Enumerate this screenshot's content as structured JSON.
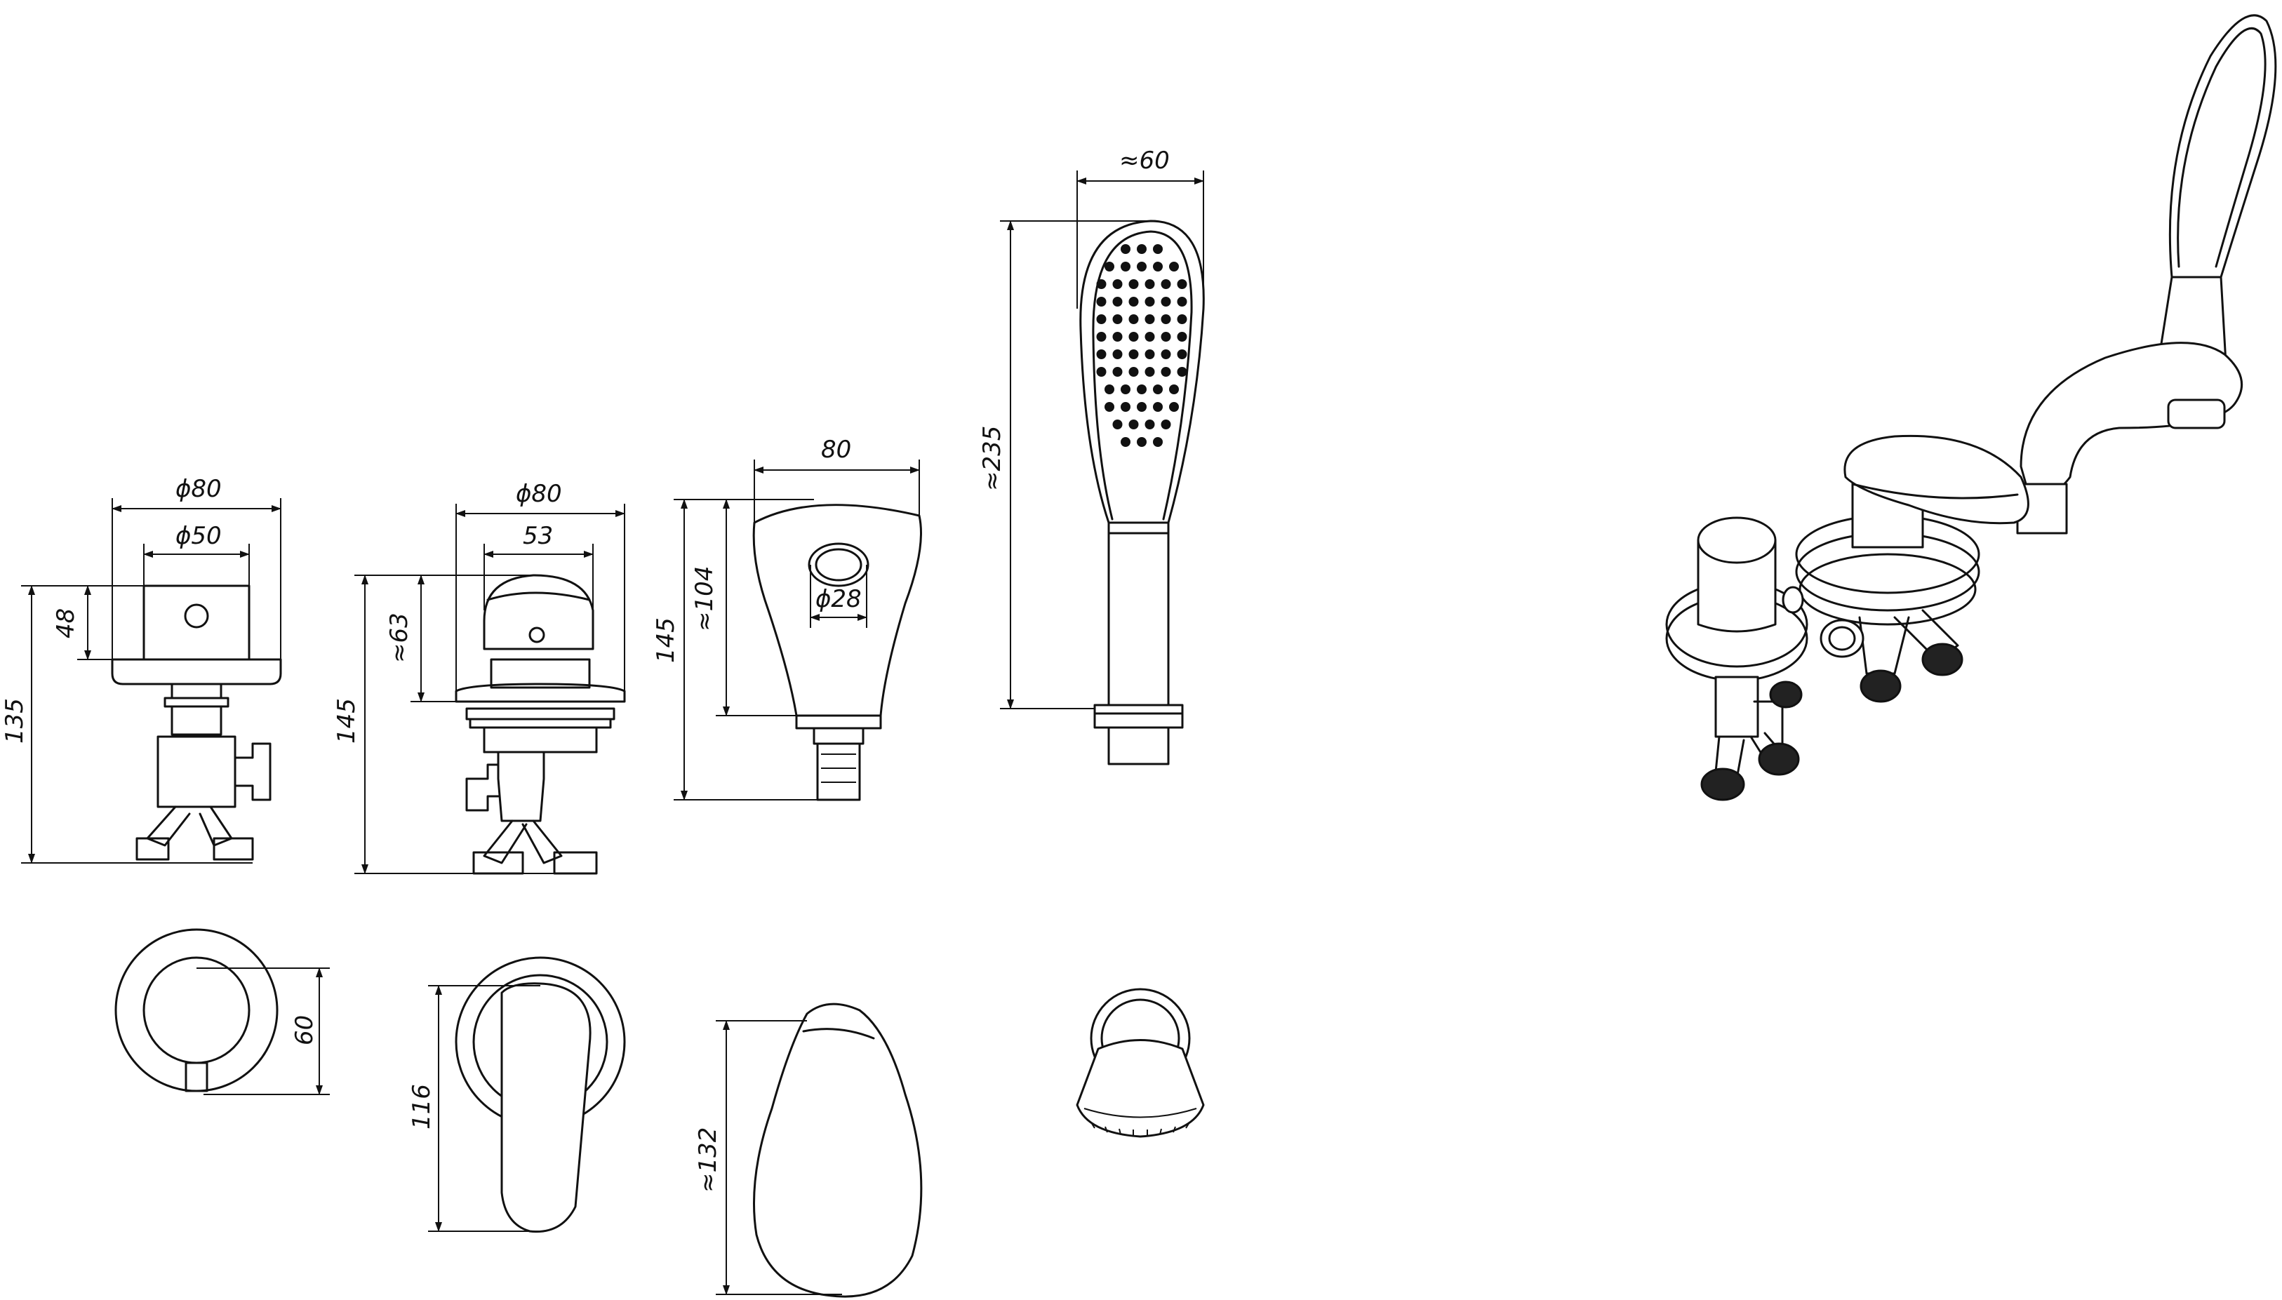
{
  "dimensions": {
    "mixer_valve": {
      "diameter_top": "ϕ80",
      "diameter_inner": "ϕ50",
      "height_knob": "48",
      "height_total": "135",
      "plan_width": "60"
    },
    "single_lever": {
      "diameter_top": "ϕ80",
      "lever_width": "53",
      "height_lever": "≈63",
      "height_total": "145",
      "plan_height": "116"
    },
    "spout": {
      "width": "80",
      "height_total": "145",
      "height_body": "≈104",
      "bore": "ϕ28",
      "plan_height": "≈132"
    },
    "hand_shower": {
      "width": "≈60",
      "height": "≈235"
    }
  }
}
